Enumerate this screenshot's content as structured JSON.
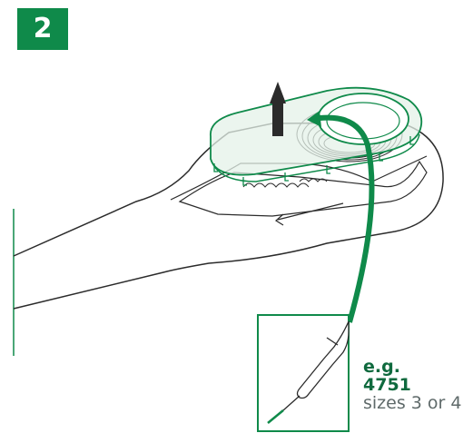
{
  "step": {
    "number": "2"
  },
  "caption": {
    "example": "e.g.",
    "article": "4751",
    "sizes": "sizes 3 or 4"
  },
  "colors": {
    "accent": "#0f8a4a",
    "outline": "#2b2b2b",
    "lid_fill": "#e4f2e8",
    "text_gray": "#5f6a6a"
  },
  "icons": [
    "up-arrow-icon",
    "brush-icon"
  ]
}
